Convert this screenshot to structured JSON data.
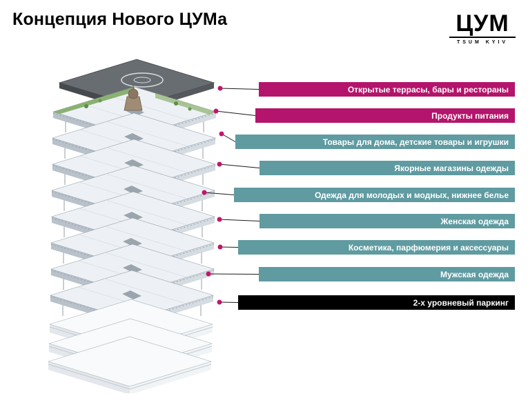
{
  "title": "Концепция Нового ЦУМа",
  "logo": {
    "wordmark": "ЦУМ",
    "tagline": "TSUM KYIV"
  },
  "colors": {
    "magenta": "#b4146b",
    "teal": "#5f9ba1",
    "black": "#000000",
    "accent_dot": "#c2156d"
  },
  "floors": [
    {
      "label": "Открытые террасы, бары и рестораны",
      "color": "magenta"
    },
    {
      "label": "Продукты питания",
      "color": "magenta"
    },
    {
      "label": "Товары для дома, детские товары и игрушки",
      "color": "teal"
    },
    {
      "label": "Якорные магазины одежды",
      "color": "teal"
    },
    {
      "label": "Одежда для молодых и модных, нижнее белье",
      "color": "teal"
    },
    {
      "label": "Женская одежда",
      "color": "teal"
    },
    {
      "label": "Косметика, парфюмерия и аксессуары",
      "color": "teal"
    },
    {
      "label": "Мужская одежда",
      "color": "teal"
    },
    {
      "label": "2-х уровневый паркинг",
      "color": "black"
    }
  ]
}
